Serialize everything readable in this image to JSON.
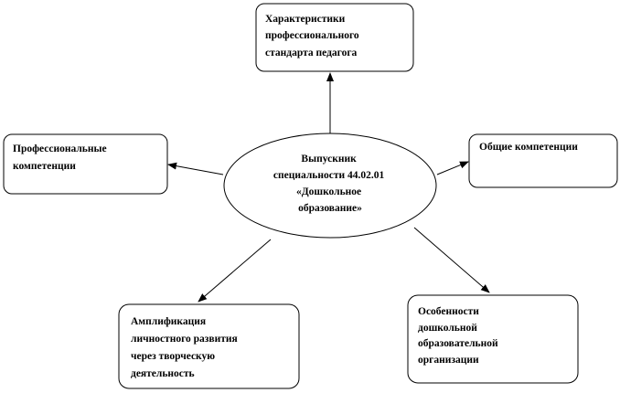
{
  "center": {
    "lines": [
      "Выпускник",
      "специальности  44.02.01",
      "«Дошкольное",
      "образование»"
    ]
  },
  "nodes": {
    "top": {
      "lines": [
        "Характеристики",
        "профессионального",
        "стандарта педагога"
      ]
    },
    "left": {
      "lines": [
        "Профессиональные",
        "компетенции"
      ]
    },
    "right": {
      "lines": [
        "Общие компетенции"
      ]
    },
    "bottom_left": {
      "lines": [
        "Амплификация",
        "личностного  развития",
        "через творческую",
        "деятельность"
      ]
    },
    "bottom_right": {
      "lines": [
        "Особенности",
        "дошкольной",
        "образовательной",
        "организации"
      ]
    }
  },
  "colors": {
    "stroke": "#000000",
    "background": "#ffffff"
  }
}
